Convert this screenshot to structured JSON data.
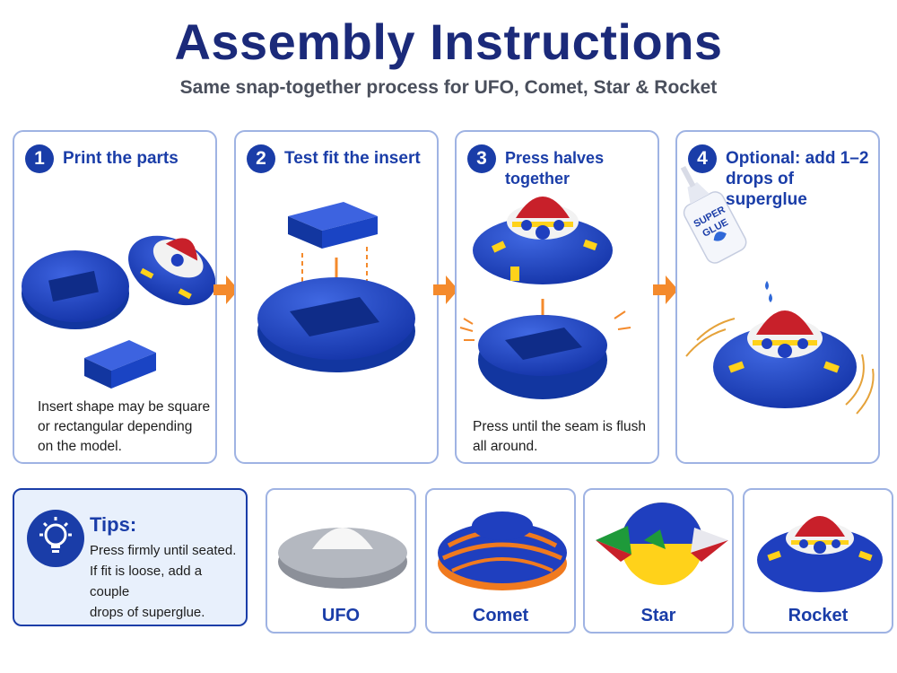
{
  "header": {
    "title": "Assembly Instructions",
    "subtitle": "Same snap-together process for UFO, Comet, Star & Rocket"
  },
  "steps": [
    {
      "number": "1",
      "title": "Print the parts",
      "note": [
        "Insert shape may be square",
        "or rectangular depending",
        "on the model."
      ]
    },
    {
      "number": "2",
      "title": "Test fit the insert",
      "note": []
    },
    {
      "number": "3",
      "title": "Press halves together",
      "note": [
        "Press until the seam is flush",
        "all around."
      ]
    },
    {
      "number": "4",
      "title": "Optional: add 1–2 drops of superglue",
      "note": []
    }
  ],
  "glue_bottle_label": "SUPER GLUE",
  "tips": {
    "title": "Tips:",
    "lines": [
      "Press firmly until seated.",
      "If fit is loose, add a couple",
      "drops of superglue."
    ],
    "icon": "lightbulb-icon"
  },
  "models": [
    {
      "name": "UFO"
    },
    {
      "name": "Comet"
    },
    {
      "name": "Star"
    },
    {
      "name": "Rocket"
    }
  ],
  "colors": {
    "accent": "#1a3da8",
    "title": "#1b2a7a",
    "arrow": "#f48a2c",
    "part_blue": "#1f3fbf",
    "border": "#9fb3e3",
    "tips_bg": "#e8f0fc"
  }
}
